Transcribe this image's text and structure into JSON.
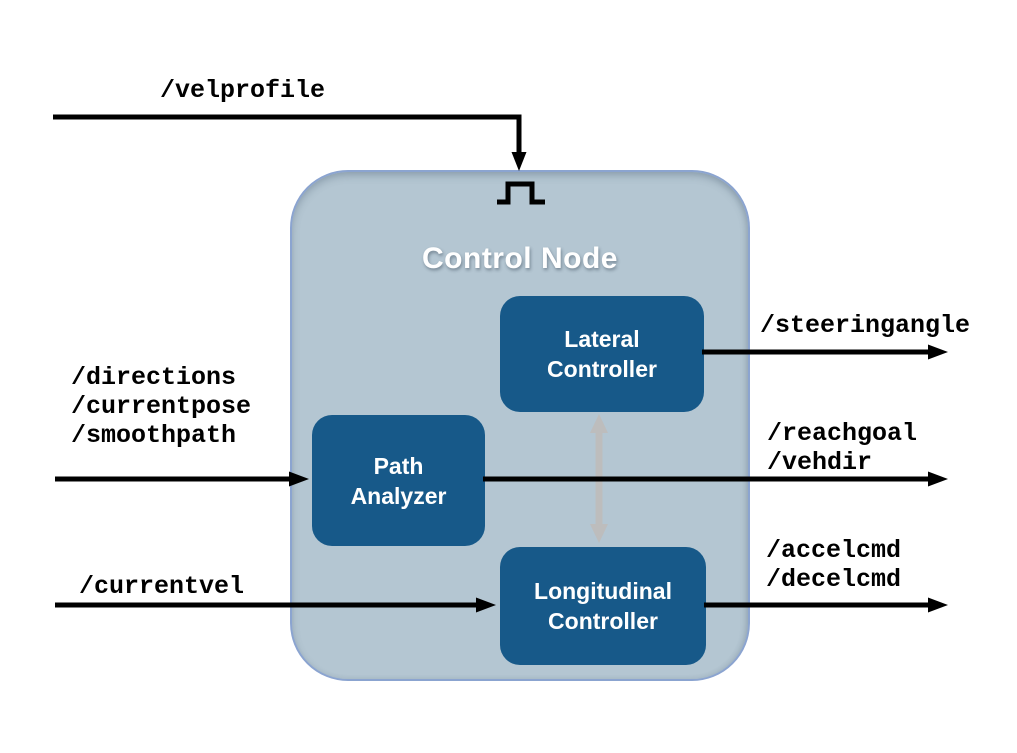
{
  "title": "Control Node",
  "node": {
    "blocks": {
      "lateral": "Lateral\nController",
      "path_analyzer": "Path\nAnalyzer",
      "longitudinal": "Longitudinal\nController"
    }
  },
  "topics": {
    "velprofile": "/velprofile",
    "path_inputs": "/directions\n/currentpose\n/smoothpath",
    "currentvel": "/currentvel",
    "steeringangle": "/steeringangle",
    "path_outputs": "/reachgoal\n/vehdir",
    "longitudinal_outputs": "/accelcmd\n/decelcmd"
  },
  "icons": {
    "pulse": "pulse-icon",
    "link": "double-headed-arrow-icon"
  },
  "colors": {
    "background": "#ffffff",
    "node_fill": "#b4c6d2",
    "node_border": "#8ba4d0",
    "block_fill": "#175989",
    "block_text": "#ffffff",
    "title_text": "#ffffff",
    "arrow_black": "#000000",
    "arrow_gray": "#bdbdbd",
    "label_text": "#000000"
  }
}
